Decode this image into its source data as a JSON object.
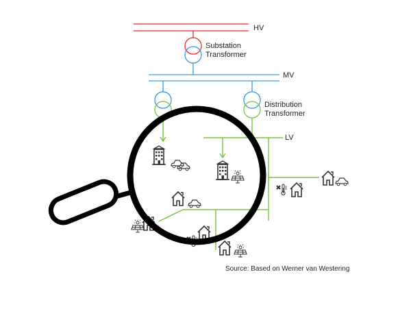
{
  "labels": {
    "hv": "HV",
    "mv": "MV",
    "lv": "LV",
    "substation_line1": "Substation",
    "substation_line2": "Transformer",
    "distribution_line1": "Distribution",
    "distribution_line2": "Transformer"
  },
  "source": "Source: Based on Werner van Westering",
  "colors": {
    "hv": "#ee2a2a",
    "mv": "#3a9ad9",
    "lv": "#7cc242",
    "magnifier": "#000000",
    "icon": "#333333"
  }
}
